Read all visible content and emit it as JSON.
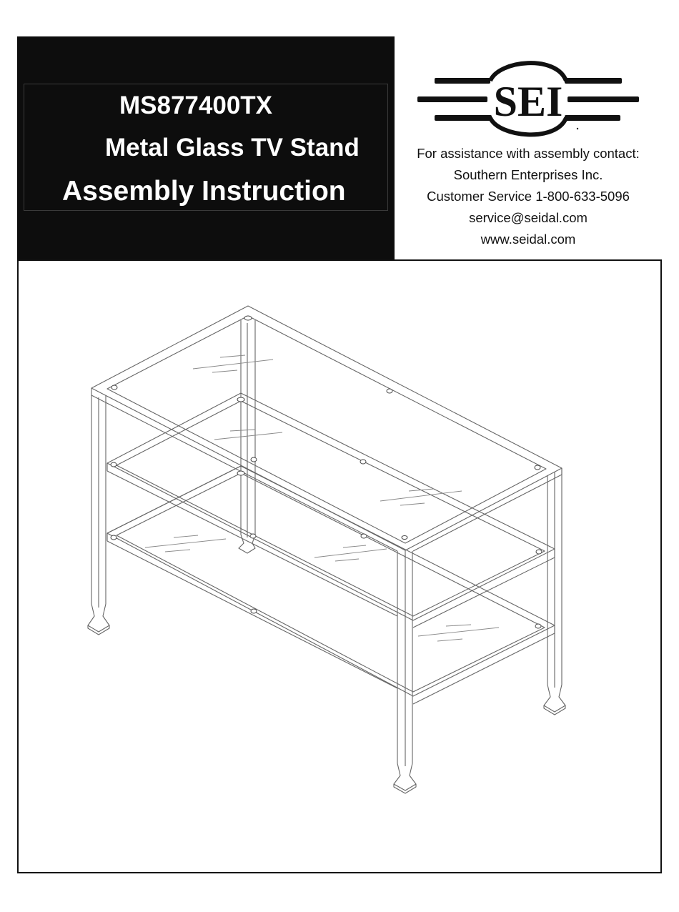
{
  "header": {
    "model_number": "MS877400TX",
    "product_name": "Metal Glass TV Stand",
    "document_type": "Assembly Instruction",
    "background_color": "#0d0d0d",
    "text_color": "#ffffff"
  },
  "brand": {
    "logo_text": "SEI",
    "logo_icon": "sei-winged-circle-logo"
  },
  "contact": {
    "intro": "For assistance with assembly contact:",
    "company": "Southern Enterprises Inc.",
    "phone_line": "Customer Service 1-800-633-5096",
    "email": "service@seidal.com",
    "website": "www.seidal.com"
  },
  "illustration": {
    "subject": "metal-glass-tv-stand-isometric-line-drawing",
    "shelves": 3,
    "legs": 4,
    "line_color": "#555555"
  }
}
